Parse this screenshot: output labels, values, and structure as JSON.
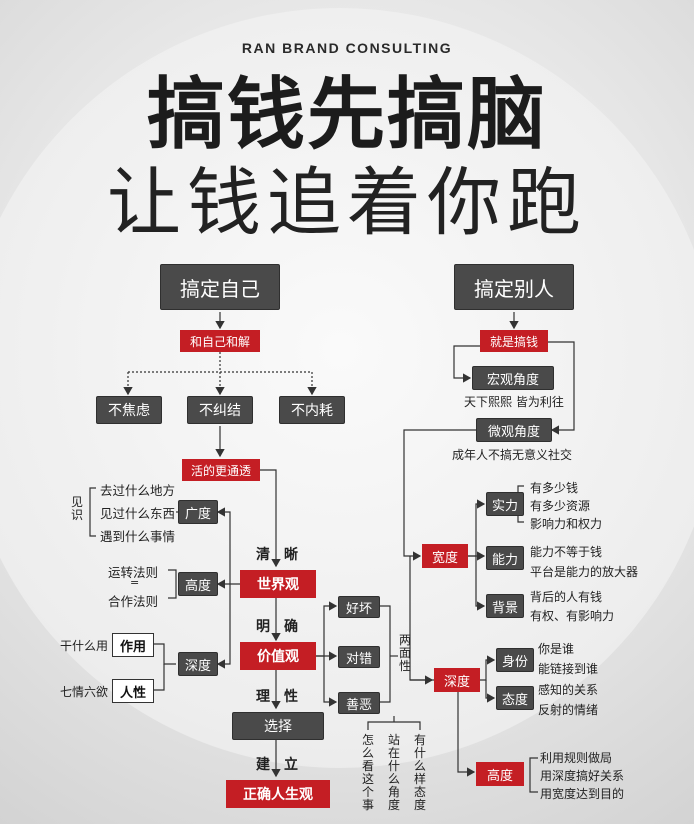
{
  "brand": "RAN BRAND CONSULTING",
  "title_line1": "搞钱先搞脑",
  "title_line2": "让钱追着你跑",
  "left": {
    "head": "搞定自己",
    "sub": "和自己和解",
    "items": [
      "不焦虑",
      "不纠结",
      "不内耗"
    ],
    "flow": "活的更通透",
    "guangdu": "广度",
    "jianshi_label": "见识",
    "jianshi_items": [
      "去过什么地方",
      "见过什么东西",
      "遇到什么事情"
    ],
    "gaodu": "高度",
    "gaodu_note": [
      "运转法则",
      "=",
      "合作法则"
    ],
    "shendu": "深度",
    "zuoyong": "作用",
    "zuoyong_note": "干什么用",
    "renxing": "人性",
    "renxing_note": "七情六欲",
    "worldview": "世界观",
    "worldview_tag": "清　晰",
    "values": "价值观",
    "values_tag": "明　确",
    "choice": "选择",
    "choice_tag": "理　性",
    "life": "正确人生观",
    "life_tag": "建　立",
    "judge": [
      "好坏",
      "对错",
      "善恶"
    ],
    "judge_side": "两面性",
    "questions": [
      "怎么看这个事",
      "站在什么角度",
      "有什么样态度"
    ]
  },
  "right": {
    "head": "搞定别人",
    "sub": "就是搞钱",
    "macro": "宏观角度",
    "macro_note": "天下熙熙 皆为利往",
    "micro": "微观角度",
    "micro_note": "成年人不搞无意义社交",
    "breadth": "宽度",
    "strength": "实力",
    "strength_notes": [
      "有多少钱",
      "有多少资源",
      "影响力和权力"
    ],
    "ability": "能力",
    "ability_notes": [
      "能力不等于钱",
      "平台是能力的放大器"
    ],
    "background": "背景",
    "background_notes": [
      "背后的人有钱",
      "有权、有影响力"
    ],
    "depth": "深度",
    "identity": "身份",
    "identity_notes": [
      "你是谁",
      "能链接到谁"
    ],
    "attitude": "态度",
    "attitude_notes": [
      "感知的关系",
      "反射的情绪"
    ],
    "height": "高度",
    "height_notes": [
      "利用规则做局",
      "用深度搞好关系",
      "用宽度达到目的"
    ]
  },
  "colors": {
    "accent": "#c41e24",
    "dark_box": "#4a4a4a",
    "text": "#222222"
  }
}
